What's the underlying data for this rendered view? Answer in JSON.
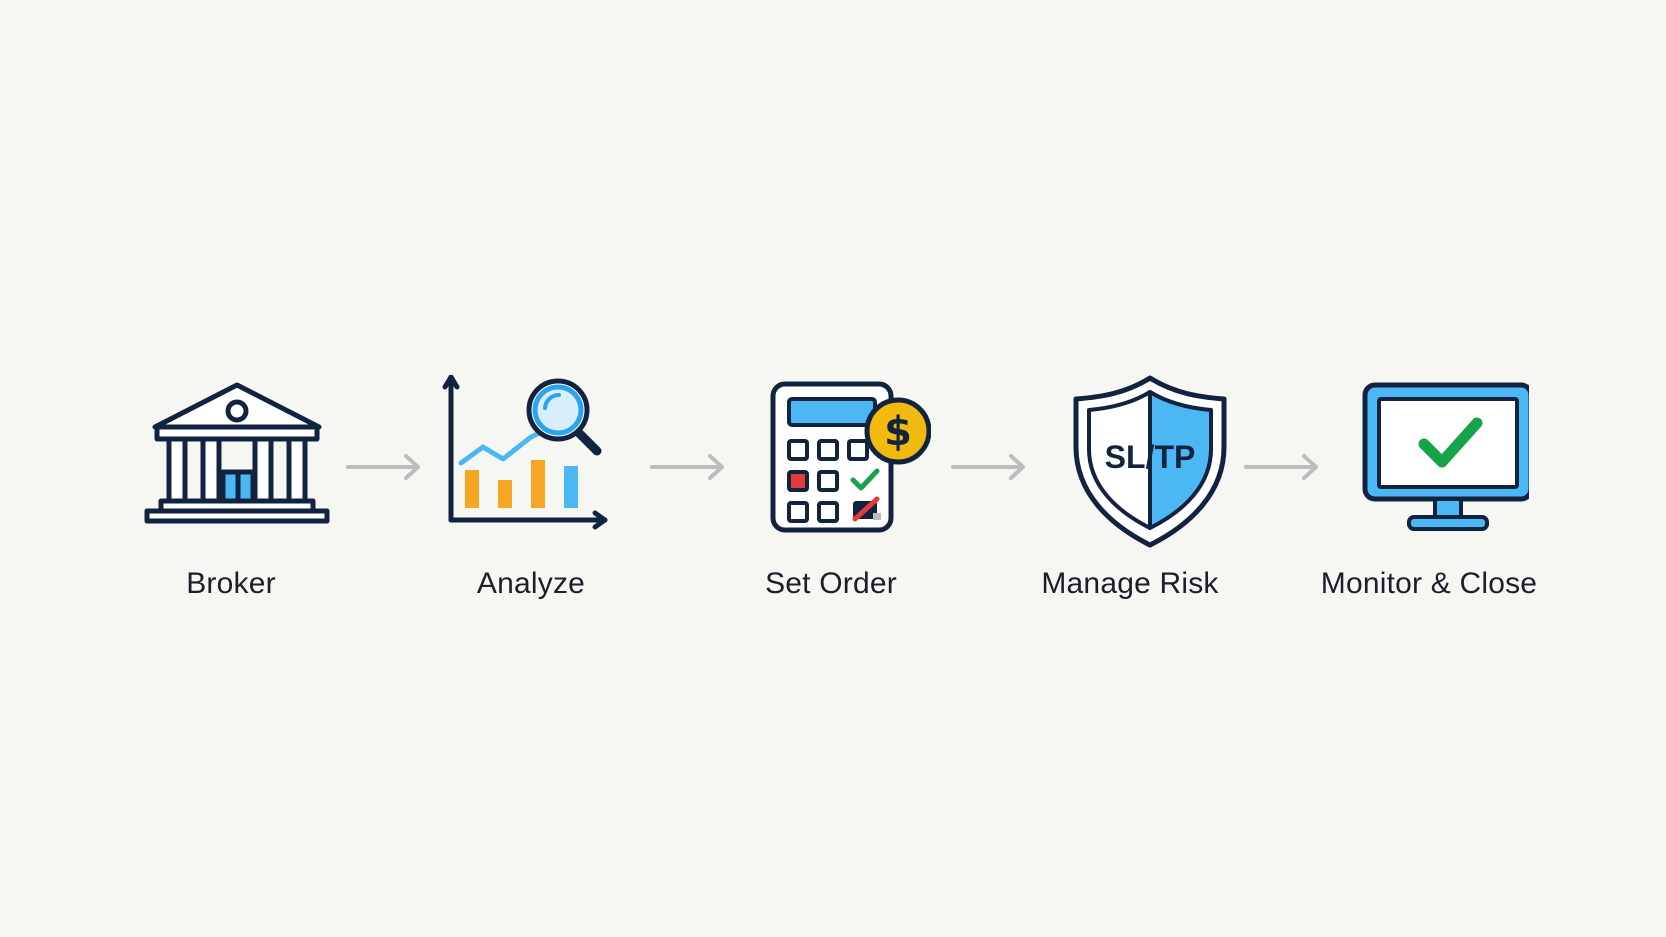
{
  "steps": [
    {
      "label": "Broker",
      "icon": "bank-building-icon"
    },
    {
      "label": "Analyze",
      "icon": "chart-magnifier-icon"
    },
    {
      "label": "Set Order",
      "icon": "calculator-dollar-icon"
    },
    {
      "label": "Manage Risk",
      "icon": "shield-icon",
      "badge": "SL/TP"
    },
    {
      "label": "Monitor & Close",
      "icon": "monitor-check-icon"
    }
  ],
  "connectors": [
    "arrow-right-icon",
    "arrow-right-icon",
    "arrow-right-icon",
    "arrow-right-icon"
  ],
  "colors": {
    "outline": "#12233f",
    "blue": "#2aa4ef",
    "light_blue": "#4cb8f3",
    "orange": "#f5a623",
    "gold": "#f2b90f",
    "green": "#16a34a",
    "red": "#e23b3b",
    "arrow": "#bdbdbd",
    "label": "#1b1f2a",
    "background": "#f6f6f3"
  }
}
